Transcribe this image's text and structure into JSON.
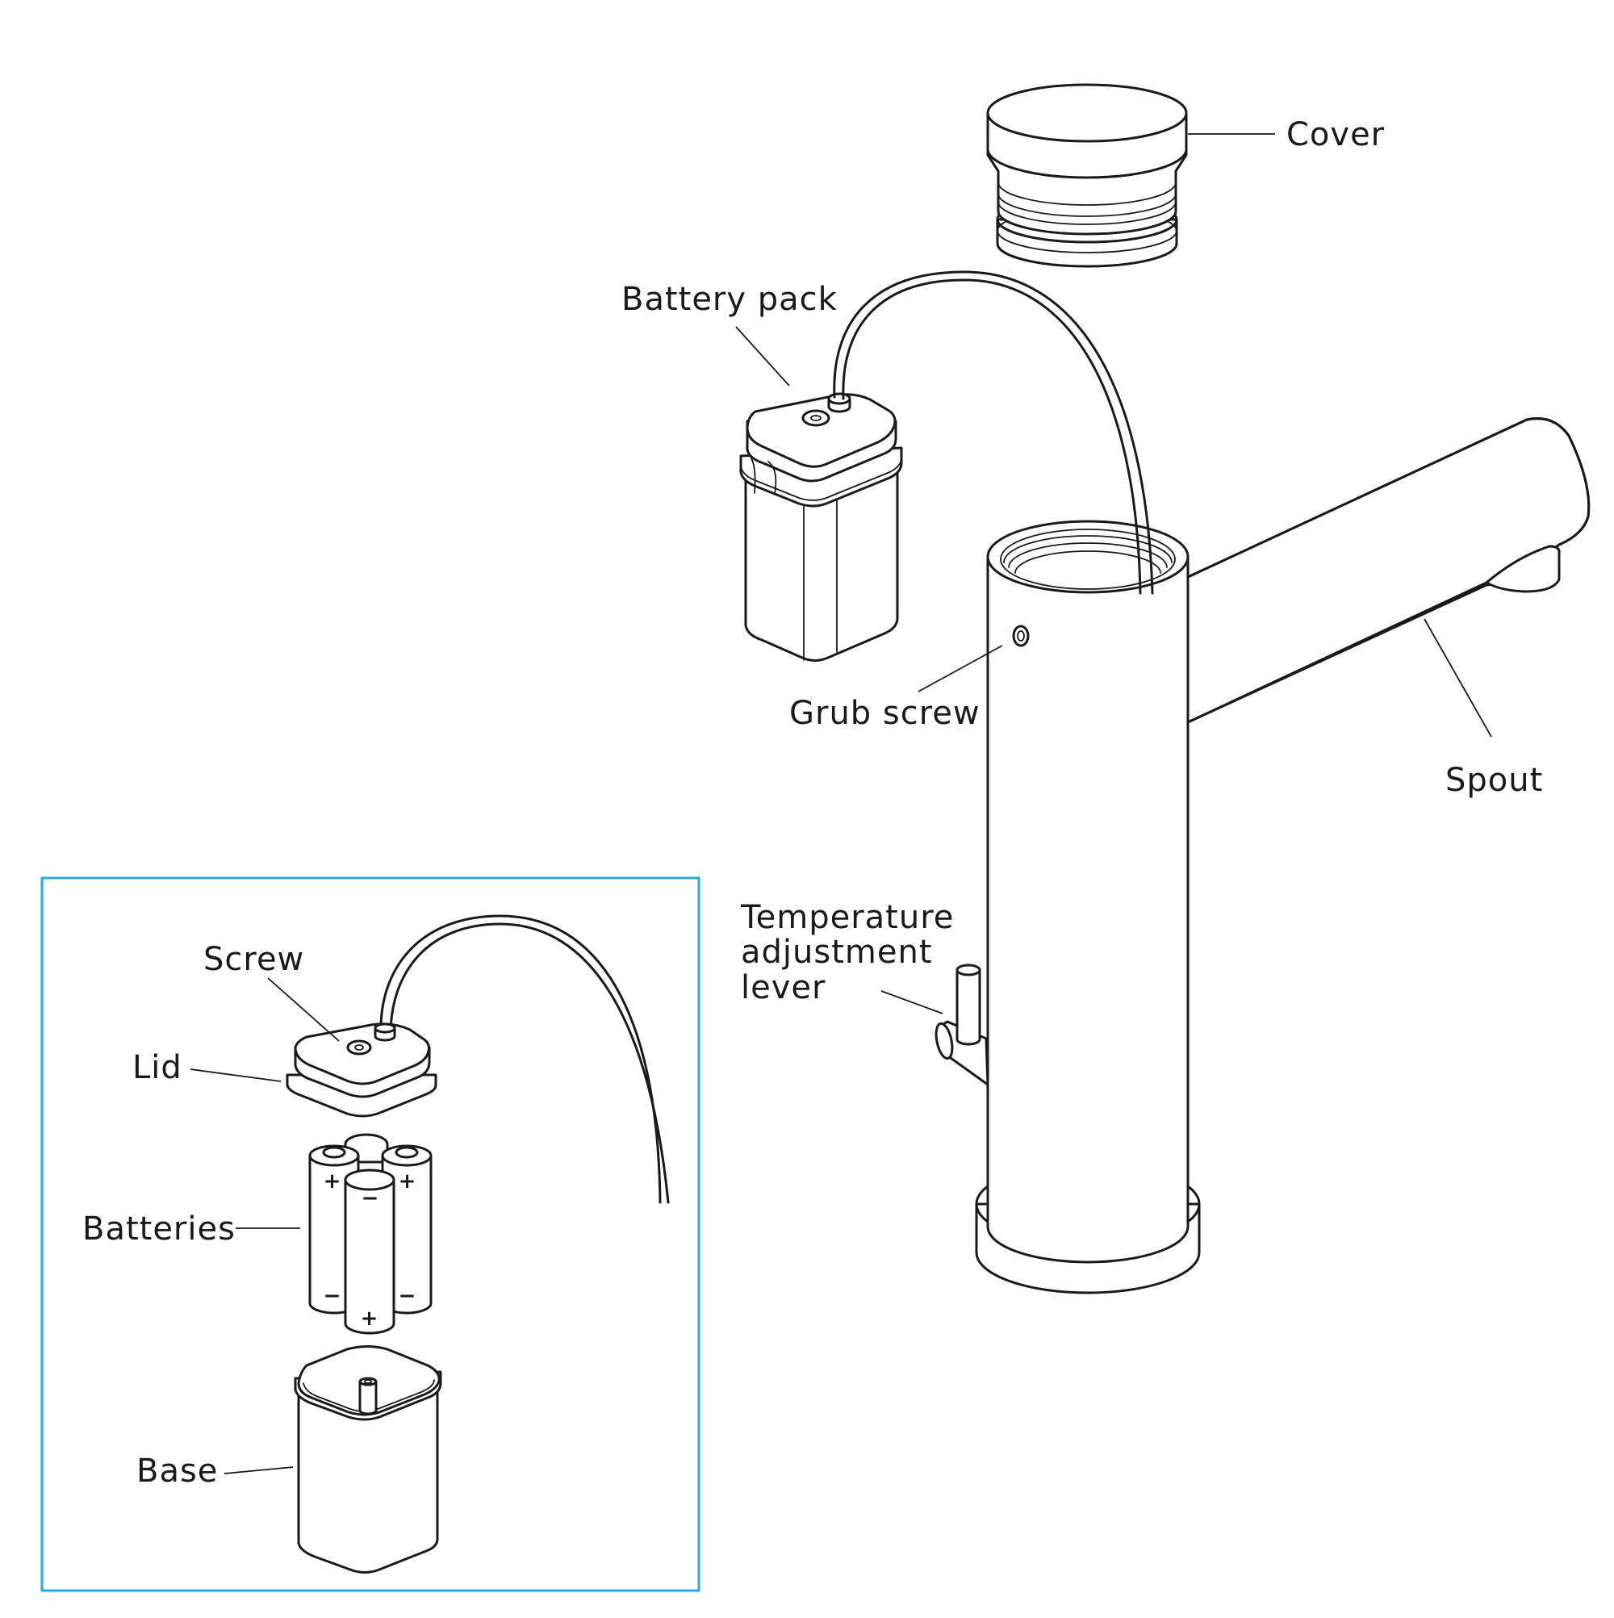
{
  "diagram": {
    "labels": {
      "cover": "Cover",
      "battery_pack": "Battery pack",
      "grub_screw": "Grub screw",
      "spout": "Spout",
      "temperature_lever": [
        "Temperature",
        "adjustment",
        "lever"
      ],
      "screw": "Screw",
      "lid": "Lid",
      "batteries": "Batteries",
      "base": "Base"
    },
    "battery_signs": {
      "plus": "+",
      "minus": "−"
    },
    "colors": {
      "line": "#1a1a1a",
      "inset_border": "#29a8df",
      "background": "#ffffff"
    }
  }
}
